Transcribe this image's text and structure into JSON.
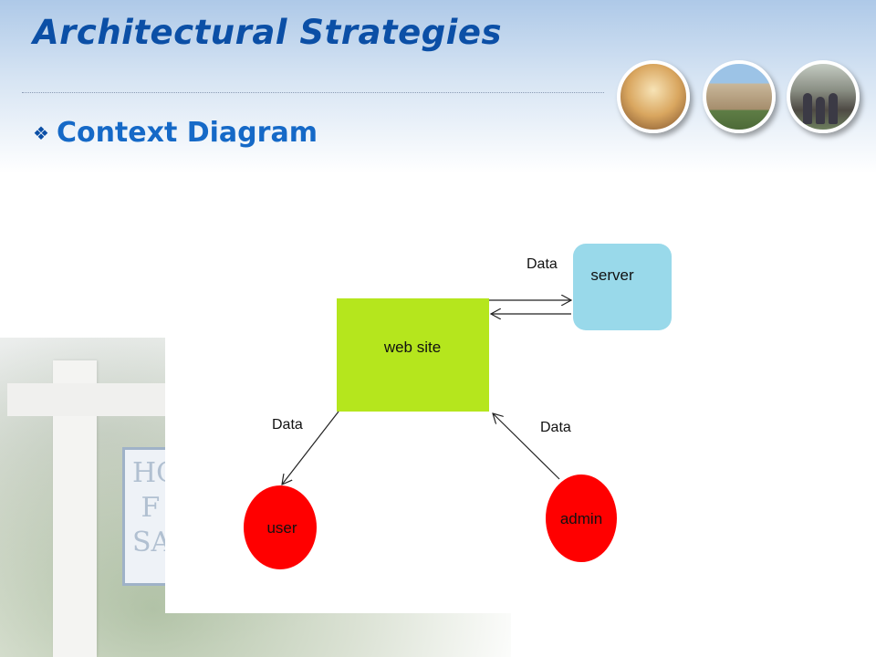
{
  "slide": {
    "title": "Architectural Strategies",
    "subtitle": "Context Diagram"
  },
  "diagram": {
    "nodes": {
      "website": {
        "label": "web site",
        "color": "#b5e61d"
      },
      "server": {
        "label": "server",
        "color": "#99d9ea"
      },
      "user": {
        "label": "user",
        "color": "#ff0000"
      },
      "admin": {
        "label": "admin",
        "color": "#ff0000"
      }
    },
    "edges": {
      "website_to_server": {
        "label": "Data"
      },
      "website_to_user": {
        "label": "Data"
      },
      "admin_to_website": {
        "label": "Data"
      }
    }
  },
  "colors": {
    "title": "#0b4fa6",
    "subtitle": "#1569c7"
  }
}
